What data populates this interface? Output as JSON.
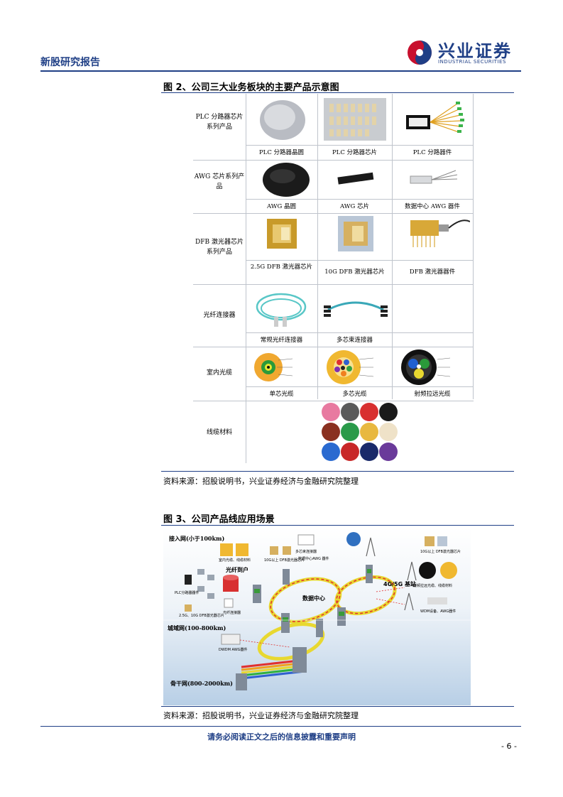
{
  "header": {
    "report_type": "新股研究报告",
    "brand_cn": "兴业证券",
    "brand_en": "INDUSTRIAL SECURITIES"
  },
  "figure2": {
    "title": "图 2、公司三大业务板块的主要产品示意图",
    "rows": [
      {
        "label": "PLC 分路器芯片系列产品",
        "captions": [
          "PLC 分路器晶圆",
          "PLC 分路器芯片",
          "PLC 分路器件"
        ]
      },
      {
        "label": "AWG 芯片系列产品",
        "captions": [
          "AWG 晶圆",
          "AWG 芯片",
          "数据中心 AWG 器件"
        ]
      },
      {
        "label": "DFB 激光器芯片系列产品",
        "captions": [
          "2.5G DFB 激光器芯片",
          "10G DFB 激光器芯片",
          "DFB 激光器器件"
        ]
      },
      {
        "label": "光纤连接器",
        "captions": [
          "常规光纤连接器",
          "多芯束连接器",
          ""
        ]
      },
      {
        "label": "室内光缆",
        "captions": [
          "单芯光缆",
          "多芯光缆",
          "射频拉远光缆"
        ]
      },
      {
        "label": "线缆材料",
        "captions": [
          "",
          "",
          ""
        ]
      }
    ],
    "source": "资料来源：招股说明书，兴业证券经济与金融研究院整理"
  },
  "figure3": {
    "title": "图 3、公司产品线应用场景",
    "labels": {
      "access": "接入网(小于100km)",
      "metro": "城域网(100-800km)",
      "backbone": "骨干网(800-2000km)",
      "fttp": "光纤到户",
      "datacenter": "数据中心",
      "base_station": "4G/5G 基站",
      "plc": "PLC分路器器件",
      "dfb": "2.5G、10G DFB激光器芯片",
      "connector": "光纤连接器",
      "indoor": "室内光缆、线缆材料",
      "awg_dc": "数据中心AWG 器件",
      "dwdm": "DWDM AWG器件",
      "dfb10": "10G以上 DFB激光器芯片",
      "rf_cable": "射频拉远光缆、线缆材料",
      "wdm": "WDM设备、AWG器件",
      "multi": "多芯束连接器",
      "dfb10b": "10G以上 DFB激光器芯片"
    },
    "source": "资料来源：招股说明书，兴业证券经济与金融研究院整理"
  },
  "footer": {
    "notice": "请务必阅读正文之后的信息披露和重要声明",
    "page": "- 6 -"
  },
  "colors": {
    "brand_blue": "#1f3f86",
    "brand_red": "#c8102e"
  }
}
